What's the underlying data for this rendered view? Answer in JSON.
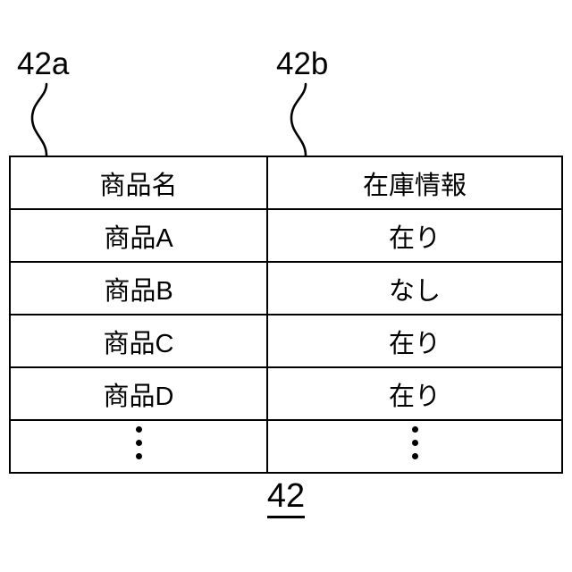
{
  "figure": {
    "reference_numerals": {
      "table": "42",
      "column_name": "42a",
      "column_stock": "42b"
    }
  },
  "table": {
    "headers": [
      "商品名",
      "在庫情報"
    ],
    "rows": [
      {
        "name": "商品A",
        "stock": "在り"
      },
      {
        "name": "商品B",
        "stock": "なし"
      },
      {
        "name": "商品C",
        "stock": "在り"
      },
      {
        "name": "商品D",
        "stock": "在り"
      }
    ],
    "continuation_symbol": "⋮"
  },
  "colors": {
    "ink": "#000000",
    "background": "#ffffff"
  }
}
